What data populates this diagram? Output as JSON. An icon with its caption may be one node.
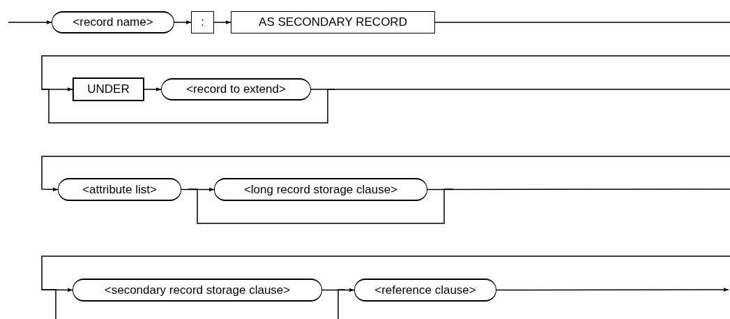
{
  "diagram": {
    "nodes": [
      {
        "text": [
          "<record name>"
        ]
      },
      {
        "text": [
          ":"
        ]
      },
      {
        "text": [
          "AS SECONDARY RECORD"
        ]
      },
      {
        "text": [
          "UNDER"
        ]
      },
      {
        "text": [
          "<record to extend>"
        ]
      },
      {
        "text": [
          "<attribute list>"
        ]
      },
      {
        "text": [
          "<long record storage clause>"
        ]
      },
      {
        "text": [
          "<secondary record storage clause>"
        ]
      },
      {
        "text": [
          "<reference clause>"
        ]
      }
    ],
    "edges": [
      {
        "from": null,
        "to": 0,
        "arrow": "to"
      },
      {
        "from": 0,
        "to": 1,
        "arrow": "to"
      },
      {
        "from": 1,
        "to": 2,
        "arrow": "to"
      },
      {
        "from": 2,
        "to": null,
        "arrow": "none"
      },
      {
        "from": null,
        "to": 3,
        "arrow": "to"
      },
      {
        "from": 3,
        "to": 4,
        "arrow": "to"
      },
      {
        "from": 4,
        "to": null,
        "arrow": "none"
      },
      {
        "from": null,
        "to": 5,
        "arrow": "to"
      },
      {
        "from": 5,
        "to": 6,
        "arrow": "to"
      },
      {
        "from": 6,
        "to": null,
        "arrow": "none"
      },
      {
        "from": null,
        "to": 7,
        "arrow": "to"
      },
      {
        "from": 7,
        "to": 8,
        "arrow": "to"
      },
      {
        "from": 8,
        "to": null,
        "arrow": "to"
      }
    ]
  }
}
